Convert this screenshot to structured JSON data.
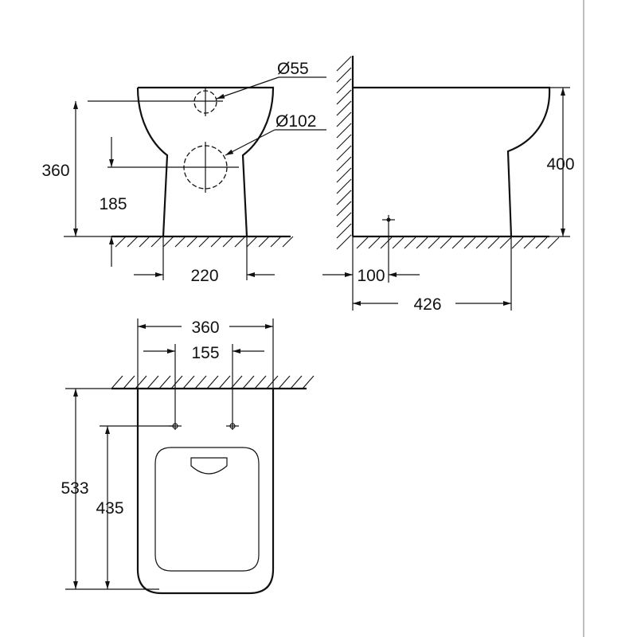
{
  "front_view": {
    "height_total": "360",
    "drain_height": "185",
    "pedestal_width": "220",
    "inlet_diameter": "Ø55",
    "outlet_diameter": "Ø102"
  },
  "side_view": {
    "height": "400",
    "outlet_offset": "100",
    "depth": "426"
  },
  "top_view": {
    "width": "360",
    "bolt_spacing": "155",
    "length": "533",
    "bolt_to_front": "435"
  }
}
